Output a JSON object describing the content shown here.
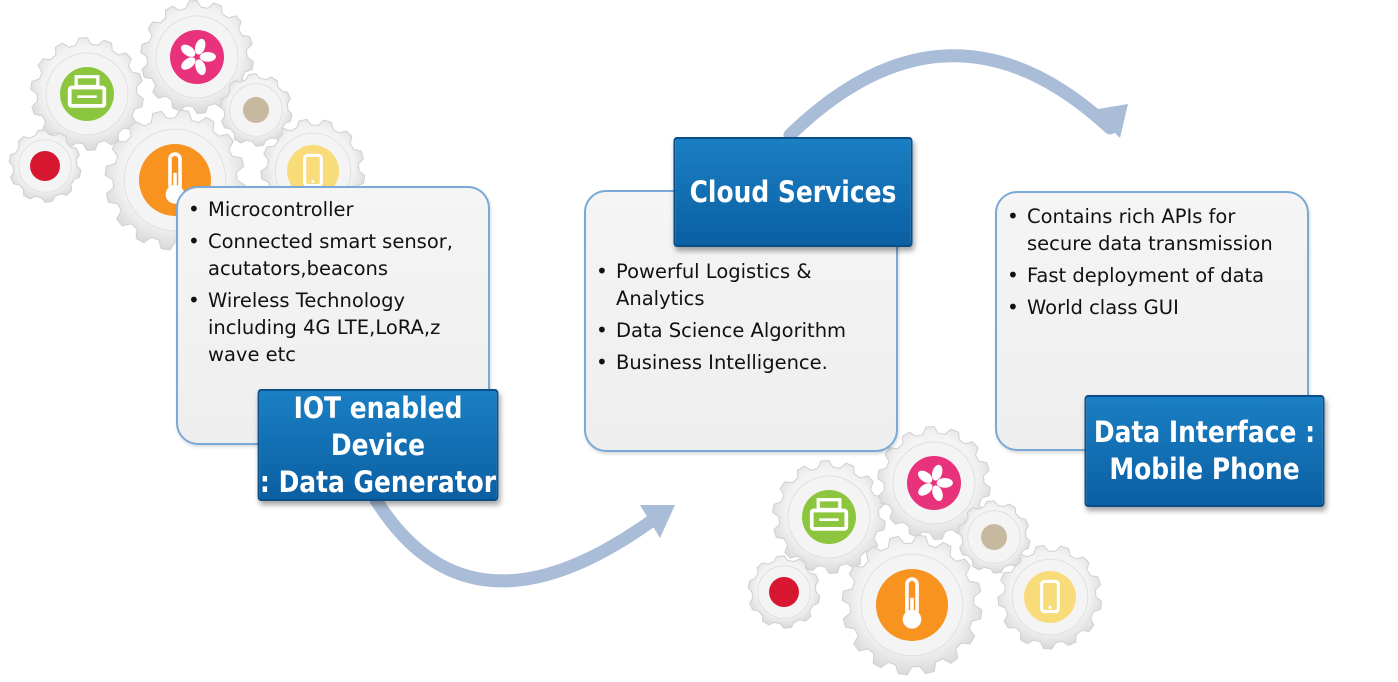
{
  "colors": {
    "label_blue": "#1177bb",
    "panel_border": "#7aa9d6",
    "arrow": "#a9bcd8",
    "gear_fill": "#e6e6e6",
    "icon_green": "#8cc63f",
    "icon_pink": "#e8327c",
    "icon_orange": "#f7931e",
    "icon_yellow": "#f9dc7a",
    "icon_red": "#d7162f",
    "icon_tan": "#c7b9a0"
  },
  "nodes": {
    "iot": {
      "title": "IOT enabled Device\n: Data Generator",
      "bullets": [
        "Microcontroller",
        "Connected smart sensor, acutators,beacons",
        "Wireless Technology including 4G LTE,LoRA,z wave etc"
      ]
    },
    "cloud": {
      "title": "Cloud Services",
      "bullets": [
        "Powerful Logistics & Analytics",
        "Data Science Algorithm",
        "Business Intelligence."
      ]
    },
    "data": {
      "title": "Data Interface :\nMobile Phone",
      "bullets": [
        "Contains rich APIs for secure data transmission",
        "Fast deployment of data",
        "World class GUI"
      ]
    }
  },
  "icons": {
    "cluster_top_left": [
      "cash-register-icon",
      "yelp-icon",
      "thermometer-icon",
      "mobile-phone-icon",
      "red-dot-icon",
      "tan-dot-icon"
    ],
    "cluster_bottom": [
      "cash-register-icon",
      "yelp-icon",
      "thermometer-icon",
      "mobile-phone-icon",
      "red-dot-icon",
      "tan-dot-icon"
    ]
  }
}
